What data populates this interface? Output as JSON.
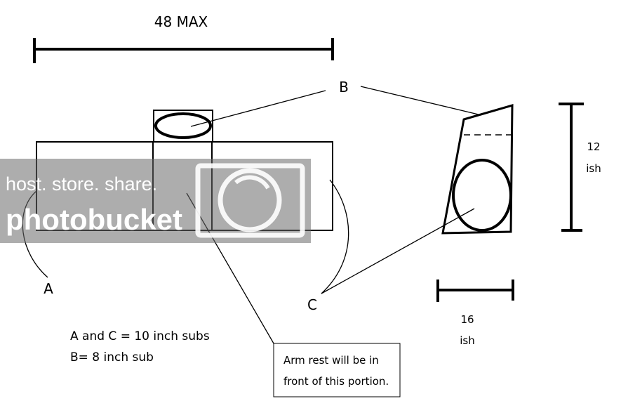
{
  "dimension_top": "48 MAX",
  "label_b": "B",
  "label_a": "A",
  "label_c": "C",
  "height_value": "12",
  "height_unit": "ish",
  "width_value": "16",
  "width_unit": "ish",
  "legend": {
    "line1": "A and C = 10 inch subs",
    "line2": "B= 8 inch sub"
  },
  "note": {
    "line1": "Arm rest will be in",
    "line2": "front of this portion."
  },
  "watermark": {
    "tagline": "host. store. share.",
    "brand": "photobucket"
  }
}
